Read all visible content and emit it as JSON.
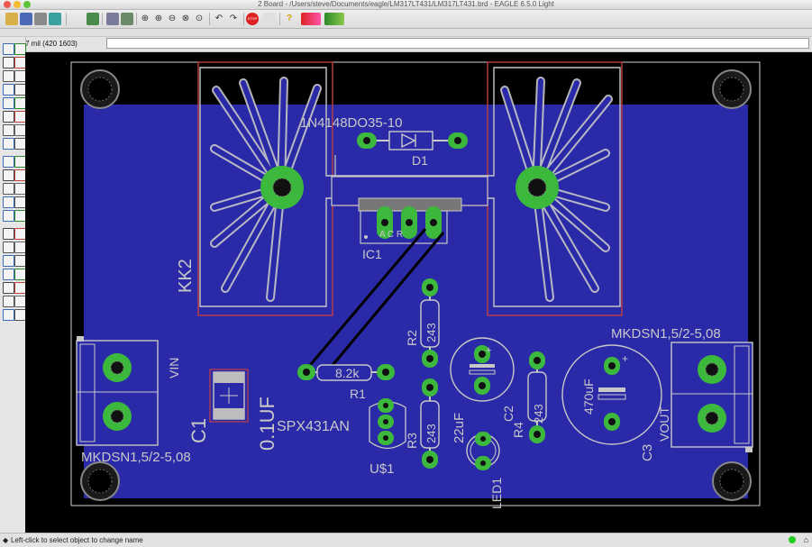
{
  "window": {
    "title": "2 Board - /Users/steve/Documents/eagle/LM317LT431/LM317LT431.brd - EAGLE 6.5.0 Light"
  },
  "toolbar": {
    "icons": [
      "open-icon",
      "save-icon",
      "print-icon",
      "cam-icon",
      "library-icon",
      "script-icon",
      "run-icon",
      "zoom-fit-icon",
      "zoom-in-icon",
      "zoom-out-icon",
      "zoom-redraw-icon",
      "zoom-select-icon",
      "undo-icon",
      "redo-icon",
      "stop-icon",
      "go-icon",
      "help-icon",
      "design-link-icon",
      "pcb-quote-icon"
    ],
    "stop_label": "STOP"
  },
  "command": {
    "coordinate": "7 mil (420 1603)",
    "input_value": ""
  },
  "board": {
    "labels": {
      "d1_value": "1N4148DO35-10",
      "d1_name": "D1",
      "ic1_name": "IC1",
      "ic1_pins": "A C R",
      "kk2_name": "KK2",
      "r1_value": "8.2k",
      "r1_name": "R1",
      "r2_name": "R2",
      "r2_value": "243",
      "r3_name": "R3",
      "r3_value": "243",
      "r4_name": "R4",
      "r4_value": "243",
      "c1_name": "C1",
      "c1_value": "0.1UF",
      "c2_name": "C2",
      "c2_value": "22uF",
      "c3_name": "C3",
      "c3_value": "470uF",
      "u1_name": "U$1",
      "u1_value": "SPX431AN",
      "led_name": "LED1",
      "vin": "VIN",
      "vout": "VOUT",
      "terminal_left": "MKDSN1,5/2-5,08",
      "terminal_right": "MKDSN1,5/2-5,08",
      "polarity_plus": "+"
    }
  },
  "status": {
    "message": "Left-click to select object to change name"
  },
  "colors": {
    "board_fill": "#2a2aa8",
    "pad": "#3cb83c",
    "silkscreen": "#c8c8c8",
    "outline_red": "#c04040",
    "status_led": "#22cc22"
  }
}
